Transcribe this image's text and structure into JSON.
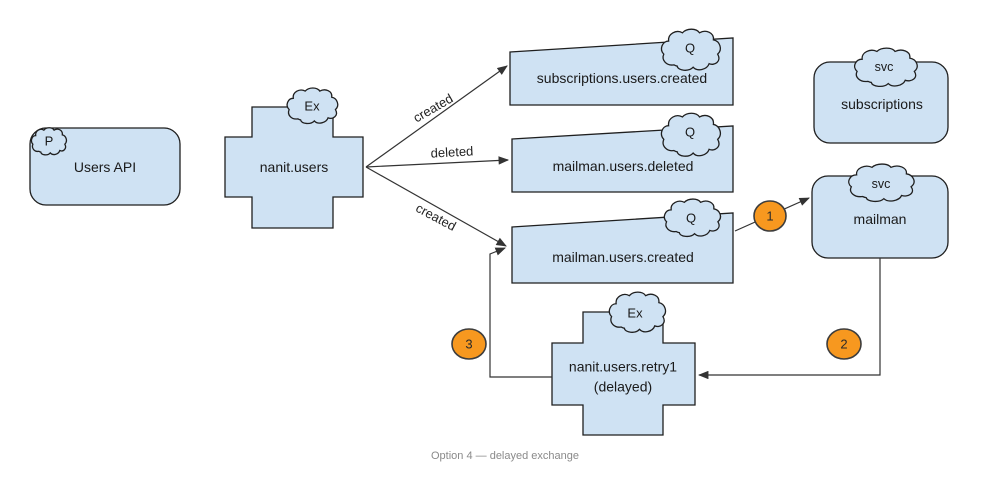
{
  "caption": "Option 4 — delayed exchange",
  "palette": {
    "node_fill": "#CFE2F3",
    "node_stroke": "#1f1f1f",
    "line_color": "#333333",
    "accent_orange": "#F7981F",
    "caption_color": "#8a8a8a"
  },
  "nodes": {
    "users_api": {
      "label": "Users API",
      "badge": "P"
    },
    "nanit_users_exchange": {
      "label": "nanit.users",
      "badge": "Ex"
    },
    "queue_subscriptions_users_created": {
      "label": "subscriptions.users.created",
      "badge": "Q"
    },
    "queue_mailman_users_deleted": {
      "label": "mailman.users.deleted",
      "badge": "Q"
    },
    "queue_mailman_users_created": {
      "label": "mailman.users.created",
      "badge": "Q"
    },
    "service_subscriptions": {
      "label": "subscriptions",
      "badge": "svc"
    },
    "service_mailman": {
      "label": "mailman",
      "badge": "svc"
    },
    "retry_exchange": {
      "label_line1": "nanit.users.retry1",
      "label_line2": "(delayed)",
      "badge": "Ex"
    }
  },
  "edge_labels": {
    "to_subscriptions_created": "created",
    "to_mailman_deleted": "deleted",
    "to_mailman_created": "created"
  },
  "step_markers": {
    "one": "1",
    "two": "2",
    "three": "3"
  }
}
